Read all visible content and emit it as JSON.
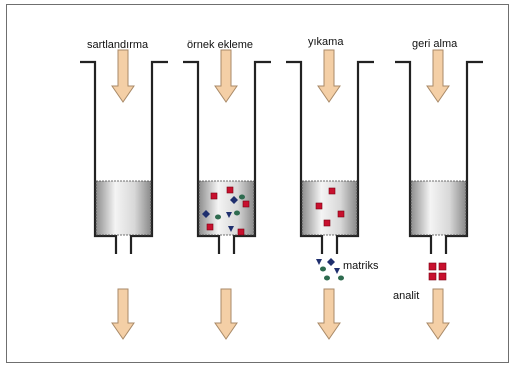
{
  "stages": [
    {
      "label": "sartlandırma"
    },
    {
      "label": "örnek ekleme"
    },
    {
      "label": "yıkama"
    },
    {
      "label": "geri alma"
    }
  ],
  "annotations": {
    "matrix_label": "matriks",
    "analyte_label": "analit"
  },
  "colors": {
    "arrow_fill": "#f4cfa6",
    "arrow_stroke": "#a98a68",
    "tube_stroke": "#222222",
    "sorbent_light": "#f2f2f2",
    "sorbent_dark": "#9a9a9a",
    "analyte": "#c8102e",
    "matrix_navy": "#1f2f6e",
    "matrix_green": "#2e6b4f"
  }
}
